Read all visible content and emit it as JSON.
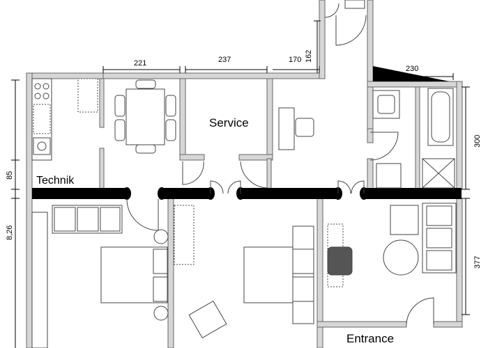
{
  "rooms": {
    "technik": "Technik",
    "service": "Service",
    "entrance": "Entrance"
  },
  "dimensions": {
    "d221": "221",
    "d237": "237",
    "d170": "170",
    "d162": "162",
    "d230": "230",
    "d300": "300",
    "d85": "85",
    "d826": "8,26",
    "d377": "377"
  },
  "colors": {
    "wall": "#9a9a9a",
    "wall_fill": "#d6d6d6",
    "bearing_wall": "#000000",
    "line": "#333333"
  }
}
